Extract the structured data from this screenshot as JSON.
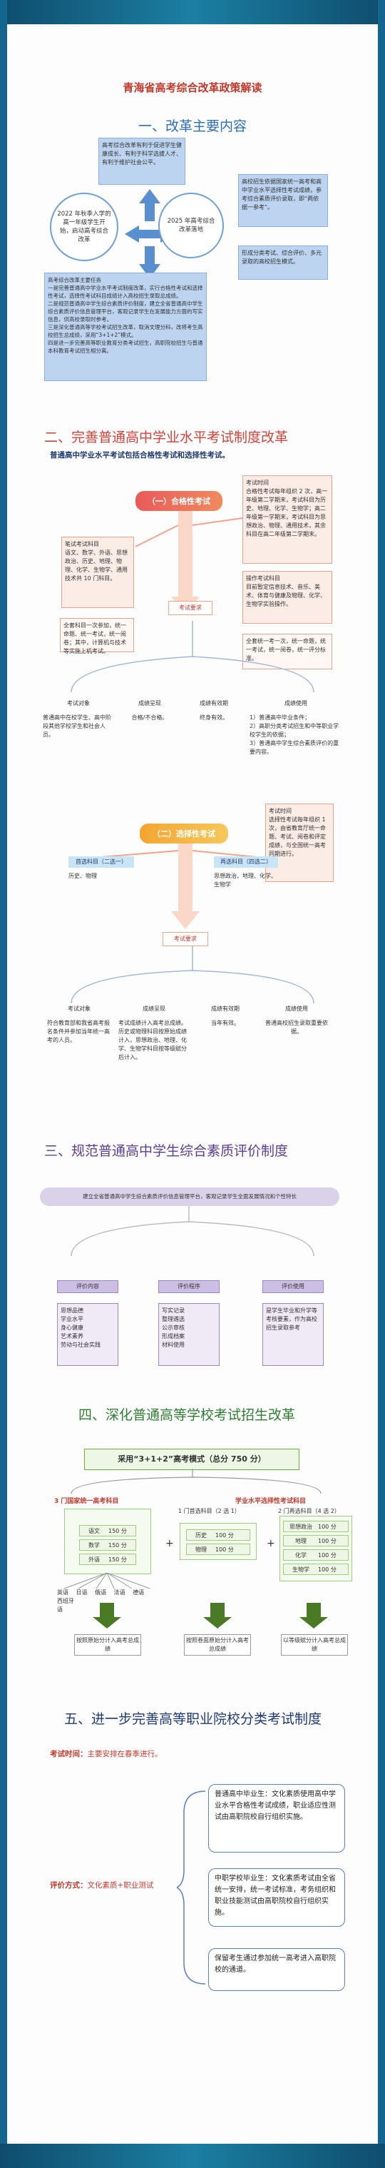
{
  "page": {
    "title": "青海省高考综合改革政策解读"
  },
  "s1": {
    "title": "一、改革主要内容",
    "top_box": "高考综合改革有利于促进学生健康成长、有利于科学选拔人才、有利于维护社会公平。",
    "circle_left": "2022 年秋季入学的高一年级学生开始，启动高考综合改革",
    "circle_right": "2025 年高考综合改革落地",
    "right_box1": "高校招生依据国家统一高考和高中学业水平选择性考试成绩，参考综合素质评价录取，即“两依据一参考”。",
    "right_box2": "形成分类考试、综合评价、多元录取的高校招生模式。",
    "bottom_box": "高考综合改革主要任务\n一是完善普通高中学业水平考试制度改革，实行合格性考试和选择性考试，选择性考试科目成绩计入高校招生录取总成绩。\n二是规范普通高中学生综合素质评价制度，建立全省普通高中学生综合素质评价信息管理平台，客观记录学生在发展能力方面的写实信息，供高校录取时参考。\n三是深化普通高等学校考试招生改革，取消文理分科，改将考生高校招生总成绩，采用“3+1+2”模式。\n四是进一步完善高等职业教育分类考试招生，高职院校招生与普通本科教育考试招生相分离。"
  },
  "s2": {
    "title": "二、完善普通高中学业水平考试制度改革",
    "intro": "普通高中学业水平考试包括合格性考试和选择性考试。",
    "pill1": "（一）合格性考试",
    "time_box": "考试时间\n合格性考试每年组织 2 次，高一年级第二学期末，考试科目为历史、地理、化学、生物学；高二年级第一学期末，考试科目为思想政治、物理、通用技术，其余科目在高二年级第二学期末。",
    "subjects_box": "笔试考试科目\n语文、数学、外语、思想政治、历史、地理、物理、化学、生物学、通用技术共 10 门科目。",
    "ops_box": "操作考试科目\n目前暂定信息技术、音乐、美术、体育与健康及物理、化学、生物学实验操作。",
    "full_box": "全套科目一次参加，统一命题、统一考试，统一阅卷；其中，计算机与技术等实施上机考试。",
    "exam_box": "全套统一考一次，统一命题，统一考试，统一阅卷，统一评分标准。",
    "req1": "考试要求",
    "cols1": [
      {
        "h": "考试对象",
        "t": "普通高中在校学生、高中阶段其他学校学生和社会人员。"
      },
      {
        "h": "成绩呈现",
        "t": "合格/不合格。"
      },
      {
        "h": "成绩有效期",
        "t": "终身有效。"
      },
      {
        "h": "成绩使用",
        "t": "1）普通高中毕业条件；\n2）高职分类考试招生和中等职业学校学生的依据；\n3）普通高中学生综合素质评价的重要内容。"
      }
    ],
    "pill2": "（二）选择性考试",
    "time2": "考试时间\n选择性考试每年组织 1 次，由省教育厅统一命题、考试、阅卷和评定成绩，与全国统一高考同期进行。",
    "req_sub1": "首选科目（二选一）",
    "req_sub1_t": "历史、物理",
    "req_sub2": "再选科目（四选二）",
    "req_sub2_t": "思想政治、地理、化学、生物学",
    "req2": "考试要求",
    "cols2": [
      {
        "h": "考试对象",
        "t": "符合教育部和我省高考报名条件并参加当年统一高考的人员。"
      },
      {
        "h": "成绩呈现",
        "t": "考试成绩计入高考总成绩。历史或物理科目按原始成绩计入，思想政治、地理、化学、生物学科目按等级赋分后计入。"
      },
      {
        "h": "成绩有效期",
        "t": "当年有效。"
      },
      {
        "h": "成绩使用",
        "t": "普通高校招生录取重要依据。"
      }
    ]
  },
  "s3": {
    "title": "三、规范普通高中学生综合素质评价制度",
    "banner": "建立全省普通高中学生综合素质评价信息管理平台，客观记录学生全面发展情况和个性特长",
    "heads": [
      "评价内容",
      "评价程序",
      "评价使用"
    ],
    "cols": [
      "思想品德\n学业水平\n身心健康\n艺术素养\n劳动与社会实践",
      "写实记录\n整理遴选\n公示审核\n形成档案\n材料使用",
      "是学生毕业和升学等考核要素，作为高校招生录取参考"
    ]
  },
  "s4": {
    "title": "四、深化普通高等学校考试招生改革",
    "banner": "采用“3+1+2”高考模式（总分 750 分）",
    "left_label": "3 门国家统一高考科目",
    "right_label": "学业水平选择性考试科目",
    "left_rows": [
      {
        "s": "语文",
        "p": "150 分"
      },
      {
        "s": "数学",
        "p": "150 分"
      },
      {
        "s": "外语",
        "p": "150 分"
      }
    ],
    "mid_label": "1 门首选科目（2 选 1）",
    "mid_rows": [
      {
        "s": "历史",
        "p": "100 分"
      },
      {
        "s": "物理",
        "p": "100 分"
      }
    ],
    "far_label": "2 门再选科目（4 选 2）",
    "far_rows": [
      {
        "s": "思想政治",
        "p": "100 分"
      },
      {
        "s": "地理",
        "p": "100 分"
      },
      {
        "s": "化学",
        "p": "100 分"
      },
      {
        "s": "生物学",
        "p": "100 分"
      }
    ],
    "langs": [
      "英语",
      "日语",
      "俄语",
      "法语",
      "德语",
      "西班牙语"
    ],
    "out": [
      "按照原始分计入高考总成绩",
      "按照卷面原始分计入高考总成绩",
      "以等级赋分计入高考总成绩"
    ]
  },
  "s5": {
    "title": "五、进一步完善高等职业院校分类考试制度",
    "time_label": "考试时间：",
    "time_text": "主要安排在春季进行。",
    "method_label": "评价方式：",
    "method_text": "文化素质+职业测试",
    "boxes": [
      "普通高中毕业生：文化素质使用高中学业水平合格性考试成绩，职业适应性测试由高职院校自行组织实施。",
      "中职学校毕业生：文化素质考试由全省统一安排，统一考试标准，考务组织和职业技能测试由高职院校自行组织实施。",
      "保留考生通过参加统一高考进入高职院校的通道。"
    ]
  }
}
